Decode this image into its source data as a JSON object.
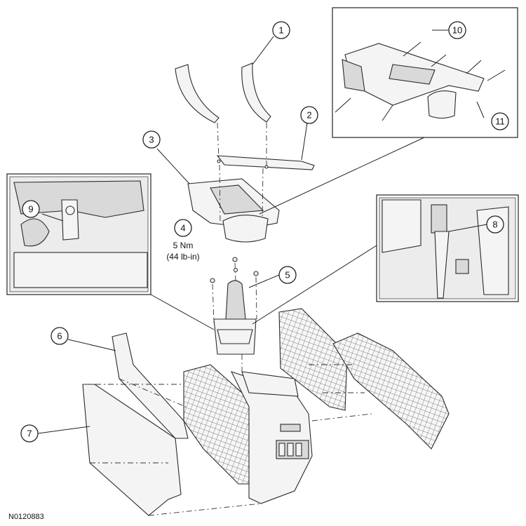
{
  "figure_id": "N0120883",
  "torque": {
    "value": "5 Nm",
    "alt": "(44 lb-in)"
  },
  "callouts": [
    {
      "num": "1"
    },
    {
      "num": "2"
    },
    {
      "num": "3"
    },
    {
      "num": "4"
    },
    {
      "num": "5"
    },
    {
      "num": "6"
    },
    {
      "num": "7"
    },
    {
      "num": "8"
    },
    {
      "num": "9"
    },
    {
      "num": "10"
    },
    {
      "num": "11"
    }
  ]
}
